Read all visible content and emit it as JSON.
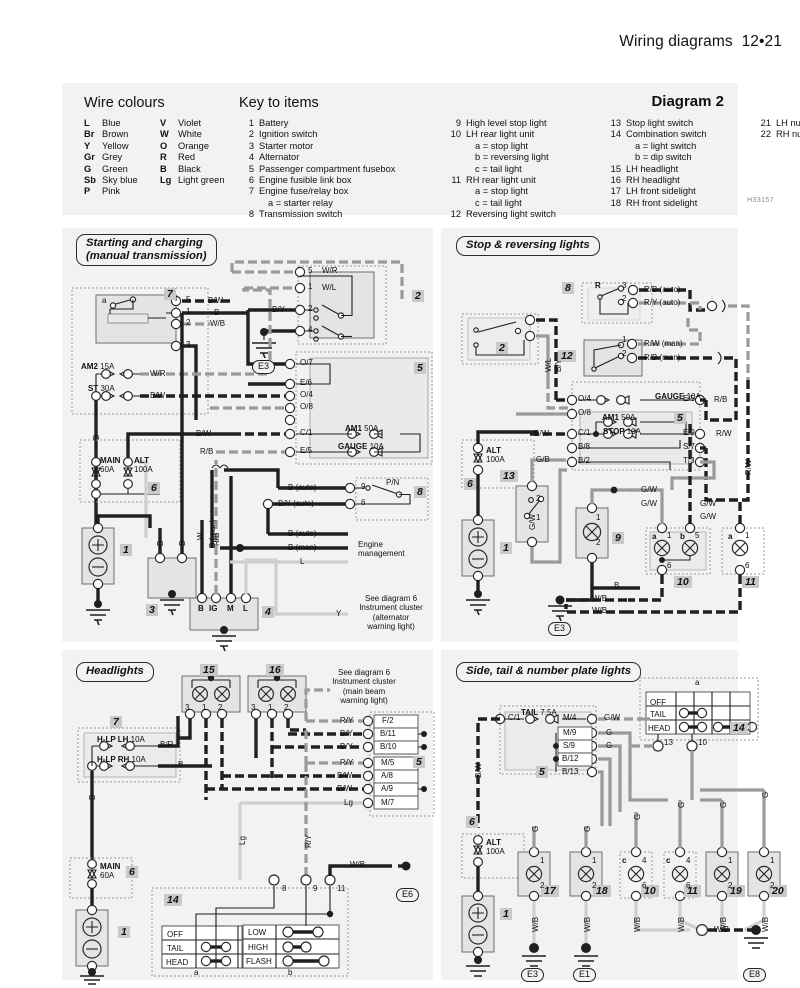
{
  "header": {
    "running_head": "Wiring diagrams",
    "page_number": "12•21",
    "key_code": "H33157"
  },
  "key_panel": {
    "wire_colours_title": "Wire colours",
    "key_to_items_title": "Key to items",
    "diagram_label": "Diagram 2",
    "colours": [
      {
        "abbr": "L",
        "name": "Blue",
        "abbr2": "V",
        "name2": "Violet"
      },
      {
        "abbr": "Br",
        "name": "Brown",
        "abbr2": "W",
        "name2": "White"
      },
      {
        "abbr": "Y",
        "name": "Yellow",
        "abbr2": "O",
        "name2": "Orange"
      },
      {
        "abbr": "Gr",
        "name": "Grey",
        "abbr2": "R",
        "name2": "Red"
      },
      {
        "abbr": "G",
        "name": "Green",
        "abbr2": "B",
        "name2": "Black"
      },
      {
        "abbr": "Sb",
        "name": "Sky blue",
        "abbr2": "Lg",
        "name2": "Light green"
      },
      {
        "abbr": "P",
        "name": "Pink",
        "abbr2": "",
        "name2": ""
      }
    ],
    "items_col1": [
      {
        "num": "1",
        "text": "Battery"
      },
      {
        "num": "2",
        "text": "Ignition switch"
      },
      {
        "num": "3",
        "text": "Starter motor"
      },
      {
        "num": "4",
        "text": "Alternator"
      },
      {
        "num": "5",
        "text": "Passenger compartment fusebox"
      },
      {
        "num": "6",
        "text": "Engine fusible link box"
      },
      {
        "num": "7",
        "text": "Engine fuse/relay box"
      },
      {
        "num": "",
        "text": "a   =  starter relay",
        "sub": true
      },
      {
        "num": "8",
        "text": "Transmission switch"
      }
    ],
    "items_col2": [
      {
        "num": "9",
        "text": "High level stop light"
      },
      {
        "num": "10",
        "text": "LH rear light unit"
      },
      {
        "num": "",
        "text": "a   =   stop light",
        "sub": true
      },
      {
        "num": "",
        "text": "b   =   reversing light",
        "sub": true
      },
      {
        "num": "",
        "text": "c   =   tail light",
        "sub": true
      },
      {
        "num": "11",
        "text": "RH rear light unit"
      },
      {
        "num": "",
        "text": "a   =   stop light",
        "sub": true
      },
      {
        "num": "",
        "text": "c   =   tail light",
        "sub": true
      },
      {
        "num": "12",
        "text": "Reversing light switch"
      }
    ],
    "items_col3": [
      {
        "num": "13",
        "text": "Stop light switch"
      },
      {
        "num": "14",
        "text": "Combination switch"
      },
      {
        "num": "",
        "text": "a   =   light switch",
        "sub": true
      },
      {
        "num": "",
        "text": "b   =   dip switch",
        "sub": true
      },
      {
        "num": "15",
        "text": "LH headlight"
      },
      {
        "num": "16",
        "text": "RH headlight"
      },
      {
        "num": "17",
        "text": "LH front sidelight"
      },
      {
        "num": "18",
        "text": "RH front sidelight"
      }
    ],
    "items_col4": [
      {
        "num": "21",
        "text": "LH number plate light"
      },
      {
        "num": "22",
        "text": "RH number plate light"
      }
    ]
  },
  "panels": {
    "starting_charging": {
      "title": "Starting and charging\n(manual transmission)",
      "title_line1": "Starting and charging",
      "title_line2": "(manual transmission)",
      "item_numbers": [
        "7",
        "2",
        "5",
        "8",
        "6",
        "1",
        "3",
        "4"
      ],
      "fuses": [
        {
          "name": "AM2",
          "rating": "15A"
        },
        {
          "name": "ST",
          "rating": "30A"
        },
        {
          "name": "AM1",
          "rating": "50A"
        },
        {
          "name": "GAUGE",
          "rating": "10A"
        },
        {
          "name": "MAIN",
          "rating": "60A"
        },
        {
          "name": "ALT",
          "rating": "100A"
        }
      ],
      "wire_labels": [
        "W/R",
        "W/L",
        "B/W",
        "B",
        "W/B",
        "B/Y",
        "W/R",
        "B/W",
        "B/W",
        "R/B",
        "B (auto)",
        "B/Y (auto)",
        "B (auto)",
        "B (man)",
        "L",
        "Y",
        "W",
        "R/B",
        "B (man)",
        "P/N"
      ],
      "terminals": [
        "5",
        "1",
        "2",
        "3",
        "5",
        "1",
        "2",
        "4",
        "O/7",
        "E/6",
        "O/4",
        "O/8",
        "C/1",
        "E/5",
        "9",
        "6",
        "B",
        "IG",
        "M",
        "L",
        "a"
      ],
      "notes": {
        "engine_management": "Engine\nmanagement",
        "engine_management_l1": "Engine",
        "engine_management_l2": "management",
        "see_diagram_l1": "See diagram 6",
        "see_diagram_l2": "Instrument cluster",
        "see_diagram_l3": "(alternator",
        "see_diagram_l4": "warning light)"
      },
      "earth_tags": [
        "E3"
      ]
    },
    "stop_reversing": {
      "title": "Stop & reversing lights",
      "item_numbers": [
        "8",
        "2",
        "12",
        "5",
        "6",
        "13",
        "9",
        "1",
        "10",
        "11"
      ],
      "fuses": [
        {
          "name": "GAUGE",
          "rating": "10A"
        },
        {
          "name": "AM1",
          "rating": "50A"
        },
        {
          "name": "STOP",
          "rating": "10A"
        },
        {
          "name": "ALT",
          "rating": "100A"
        }
      ],
      "wire_labels": [
        "R/B (auto)",
        "R/Y (auto)",
        "R/W (man)",
        "R/B (man)",
        "R/B",
        "R/W",
        "B/W",
        "G/B",
        "G/W",
        "G/W",
        "G/W",
        "G/W",
        "B",
        "W/B",
        "W/B",
        "B/Y",
        "W/L",
        "R/W",
        "G/W"
      ],
      "terminals": [
        "R",
        "3",
        "2",
        "1",
        "2",
        "O/4",
        "O/8",
        "E/5",
        "E/9",
        "S/7",
        "C/1",
        "B/8",
        "B/2",
        "T/3",
        "1",
        "2",
        "1",
        "2",
        "a",
        "b",
        "1",
        "5",
        "6",
        "6"
      ],
      "earth_tags": [
        "E3"
      ]
    },
    "headlights": {
      "title": "Headlights",
      "item_numbers": [
        "7",
        "15",
        "16",
        "5",
        "6",
        "1",
        "14"
      ],
      "fuses": [
        {
          "name": "H-LP LH",
          "rating": "10A"
        },
        {
          "name": "H-LP RH",
          "rating": "10A"
        },
        {
          "name": "MAIN",
          "rating": "60A"
        }
      ],
      "wire_labels": [
        "B/R",
        "B",
        "R/Y",
        "B/Y",
        "B/Y",
        "R/Y",
        "B/W",
        "B/W",
        "Lg",
        "W/B",
        "Lg",
        "R/Y",
        "B"
      ],
      "terminals": [
        "3",
        "1",
        "2",
        "3",
        "1",
        "2",
        "F/2",
        "B/11",
        "B/10",
        "M/5",
        "A/8",
        "A/9",
        "M/7",
        "8",
        "9",
        "11"
      ],
      "notes": {
        "see_diagram_l1": "See diagram 6",
        "see_diagram_l2": "Instrument cluster",
        "see_diagram_l3": "(main beam",
        "see_diagram_l4": "warning light)"
      },
      "switch_table_a": {
        "label": "a",
        "rows": [
          "OFF",
          "TAIL",
          "HEAD"
        ]
      },
      "switch_table_b": {
        "label": "b",
        "rows": [
          "LOW",
          "HIGH",
          "FLASH"
        ]
      },
      "earth_tags": [
        "E6"
      ]
    },
    "side_tail_number_plate": {
      "title": "Side, tail & number plate lights",
      "item_numbers": [
        "5",
        "6",
        "14",
        "1",
        "17",
        "18",
        "10",
        "11",
        "19",
        "20"
      ],
      "fuses": [
        {
          "name": "TAIL",
          "rating": "7.5A"
        },
        {
          "name": "ALT",
          "rating": "100A"
        }
      ],
      "wire_labels": [
        "G/W",
        "G",
        "G",
        "B/W",
        "G",
        "G",
        "G",
        "G",
        "G",
        "G",
        "W/B",
        "W/B",
        "W/B",
        "W/B",
        "W/B",
        "W/B",
        "W/B"
      ],
      "terminals": [
        "C/1",
        "M/4",
        "M/9",
        "S/9",
        "B/12",
        "B/13",
        "13",
        "10",
        "1",
        "2",
        "c",
        "4",
        "6"
      ],
      "switch_table_a": {
        "label": "a",
        "rows": [
          "OFF",
          "TAIL",
          "HEAD"
        ]
      },
      "earth_tags": [
        "E3",
        "E1",
        "E8"
      ]
    }
  },
  "colors": {
    "panel_bg": "#f2f2f2",
    "wire_dark": "#1f1f1f",
    "wire_mid": "#8c8c8c",
    "wire_light": "#c8c8c8",
    "item_badge": "#c9c9c9",
    "component_fill": "#e4e4e4"
  }
}
